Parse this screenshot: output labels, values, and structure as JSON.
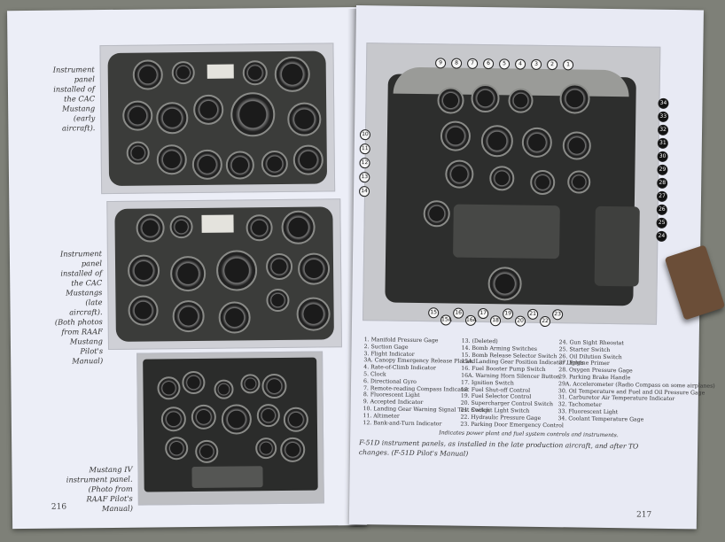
{
  "left_page": {
    "caption_1": "Instrument panel installed of the CAC Mustang (early aircraft).",
    "caption_2": "Instrument panel installed of the CAC Mustangs (late aircraft). (Both photos from RAAF Mustang Pilot's Manual)",
    "caption_3": "Mustang IV instrument panel. (Photo from RAAF Pilot's Manual)",
    "page_number": "216"
  },
  "right_page": {
    "legend_col1": [
      "1. Manifold Pressure Gage",
      "2. Suction Gage",
      "3. Flight Indicator",
      "3A. Canopy Emergency Release Placard",
      "4. Rate-of-Climb Indicator",
      "5. Clock",
      "6. Directional Gyro",
      "7. Remote-reading Compass Indicator",
      "8. Fluorescent Light",
      "9. Accepted Indicator",
      "10. Landing Gear Warning Signal Test Switch",
      "11. Altimeter",
      "12. Bank-and-Turn Indicator"
    ],
    "legend_col2": [
      "13. (Deleted)",
      "14. Bomb Arming Switches",
      "15. Bomb Release Selector Switch",
      "15A. Landing Gear Position Indicator Lights",
      "16. Fuel Booster Pump Switch",
      "16A. Warning Horn Silencer Button",
      "17. Ignition Switch",
      "18. Fuel Shut-off Control",
      "19. Fuel Selector Control",
      "20. Supercharger Control Switch",
      "21. Cockpit Light Switch",
      "22. Hydraulic Pressure Gage",
      "23. Parking Door Emergency Control"
    ],
    "legend_col3": [
      "24. Gun Sight Rheostat",
      "25. Starter Switch",
      "26. Oil Dilution Switch",
      "27. Engine Primer",
      "28. Oxygen Pressure Gage",
      "29. Parking Brake Handle",
      "29A. Accelerometer (Radio Compass on some airplanes)",
      "30. Oil Temperature and Fuel and Oil Pressure Gage",
      "31. Carburetor Air Temperature Indicator",
      "32. Tachometer",
      "33. Fluorescent Light",
      "34. Coolant Temperature Gage"
    ],
    "legend_note": "Indicates power plant and fuel system controls and instruments.",
    "caption": "F-51D instrument panels, as installed in the late production aircraft, and after TO changes. (F-51D Pilot's Manual)",
    "page_number": "217",
    "callouts_top": [
      "9",
      "8",
      "7",
      "6",
      "5",
      "4",
      "3",
      "2",
      "1"
    ],
    "callouts_right": [
      "34",
      "33",
      "32",
      "31",
      "30",
      "29",
      "28",
      "27",
      "26",
      "25",
      "24"
    ],
    "callouts_left": [
      "10",
      "11",
      "12",
      "13",
      "14"
    ],
    "callouts_bottom": [
      "15",
      "15A",
      "16",
      "16A",
      "17",
      "18",
      "19",
      "20",
      "21",
      "22",
      "23"
    ]
  }
}
